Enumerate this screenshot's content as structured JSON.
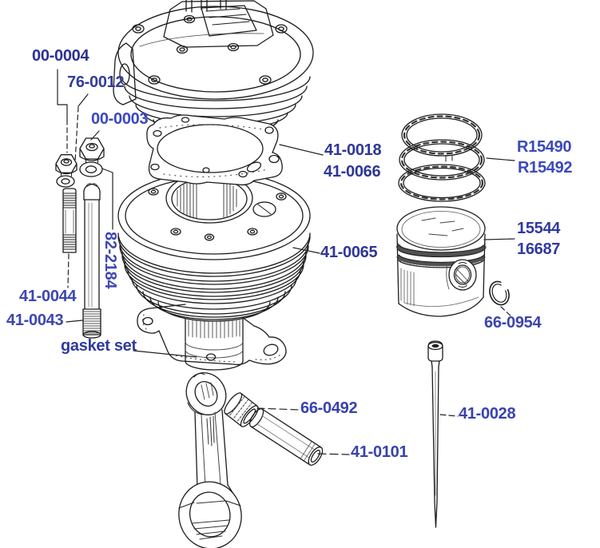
{
  "figure": {
    "background": "#ffffff",
    "ink_color": "#1c1c1c",
    "illustrations": [
      "cylinder-head",
      "head-gasket",
      "cylinder-barrel",
      "base-gasket",
      "nut-small",
      "nut-large",
      "washer-small",
      "washer-large",
      "stud-short",
      "stud-long",
      "piston-rings",
      "piston",
      "circlip",
      "pushrod",
      "connecting-rod",
      "small-end-bushing",
      "wrist-pin"
    ],
    "labels": [
      {
        "text": "00-0004",
        "color": "#2b3191"
      },
      {
        "text": "76-0012",
        "color": "#333b9d"
      },
      {
        "text": "00-0003",
        "color": "#3a47c1"
      },
      {
        "text": "41-0018",
        "color": "#2d3697"
      },
      {
        "text": "41-0066",
        "color": "#2d3697"
      },
      {
        "text": "R15490",
        "color": "#3a49bb"
      },
      {
        "text": "R15492",
        "color": "#3a49bb"
      },
      {
        "text": "15544",
        "color": "#30399f"
      },
      {
        "text": "16687",
        "color": "#30399f"
      },
      {
        "text": "41-0065",
        "color": "#2d3697"
      },
      {
        "text": "66-0954",
        "color": "#3a44ad"
      },
      {
        "text": "41-0044",
        "color": "#3c46b0"
      },
      {
        "text": "41-0043",
        "color": "#3c46b0"
      },
      {
        "text": "82-2184",
        "color": "#3f48b4"
      },
      {
        "text": "gasket set",
        "color": "#2e3a9d"
      },
      {
        "text": "66-0492",
        "color": "#3842ae"
      },
      {
        "text": "41-0101",
        "color": "#3842ae"
      },
      {
        "text": "41-0028",
        "color": "#3842ae"
      }
    ]
  }
}
